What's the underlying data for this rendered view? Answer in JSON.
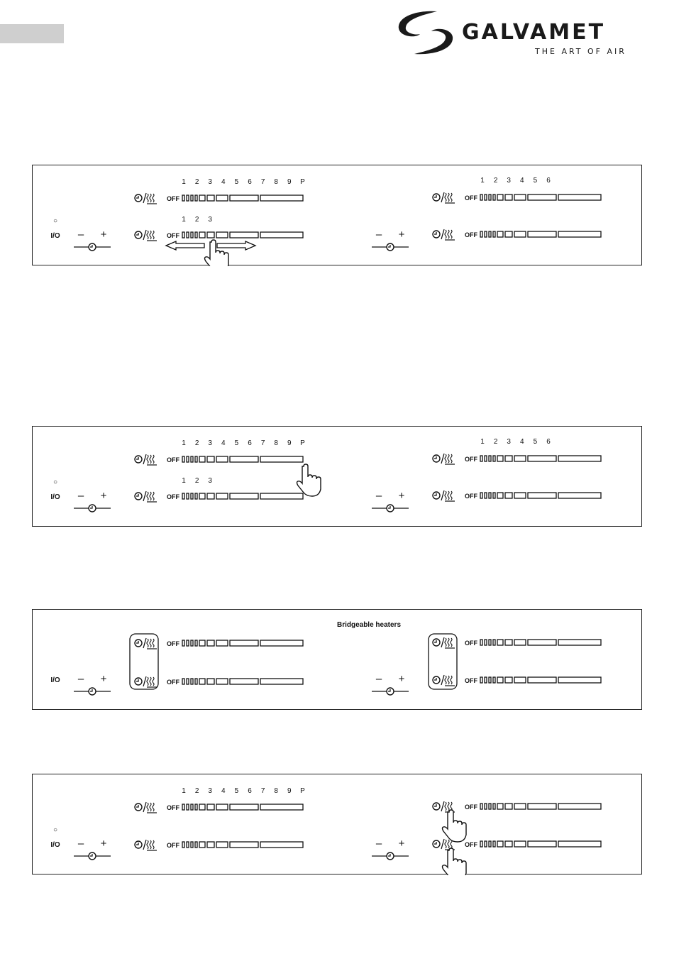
{
  "brand": {
    "name": "GALVAMET",
    "tagline": "THE ART OF AIR"
  },
  "labels": {
    "off": "OFF",
    "io": "I/O",
    "minus": "–",
    "plus": "+",
    "power_indicator": "○",
    "numbers_row_9": [
      "1",
      "2",
      "3",
      "4",
      "5",
      "6",
      "7",
      "8",
      "9",
      "P"
    ],
    "numbers_row_3": [
      "1",
      "2",
      "3"
    ],
    "numbers_row_6": [
      "1",
      "2",
      "3",
      "4",
      "5",
      "6"
    ],
    "bridge_title": "Bridgeable heaters"
  },
  "icons": [
    "timer-icon",
    "heat-icon",
    "hand-pointer-icon",
    "arrow-left-icon",
    "arrow-right-icon",
    "galvamet-logo-icon"
  ],
  "colors": {
    "line": "#111111",
    "tab": "#cfcfcf"
  }
}
